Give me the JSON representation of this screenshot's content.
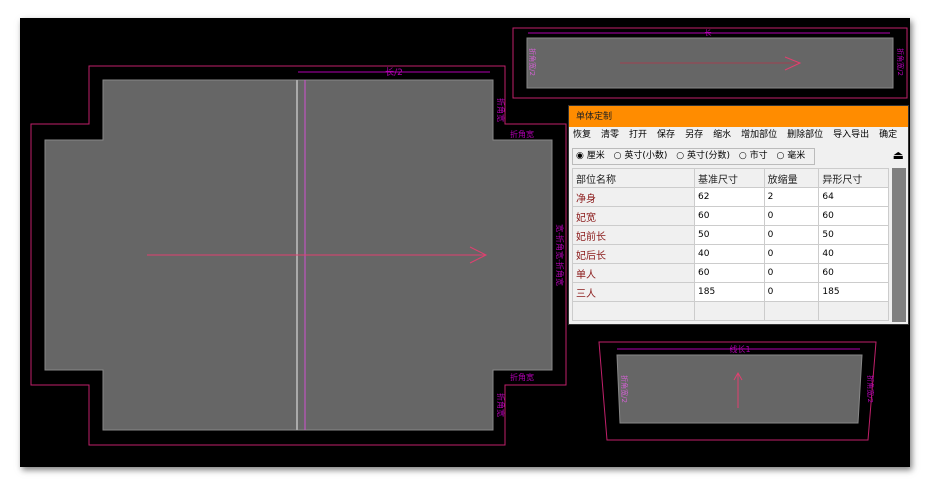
{
  "drawing": {
    "main_labels": {
      "top": "长/2",
      "corner_v_top": "折角宽",
      "corner_h_top": "折角宽",
      "side": "宽-折角宽-折角宽",
      "corner_h_bottom": "折角宽",
      "corner_v_bottom": "折角宽"
    },
    "top_piece_labels": {
      "top": "长",
      "side_right": "折角宽/2",
      "side_left": "折角宽/2"
    },
    "bottom_piece_labels": {
      "top": "线长1",
      "side_left": "折角宽/2",
      "side_right": "折角宽/2"
    }
  },
  "dialog": {
    "title": "单体定制",
    "menu": [
      "恢复",
      "清零",
      "打开",
      "保存",
      "另存",
      "缩水",
      "增加部位",
      "删除部位",
      "导入导出",
      "确定"
    ],
    "units": [
      "厘米",
      "英寸(小数)",
      "英寸(分数)",
      "市寸",
      "毫米"
    ],
    "selected_unit": "厘米",
    "columns": [
      "部位名称",
      "基准尺寸",
      "放缩量",
      "异形尺寸"
    ],
    "rows": [
      [
        "净身",
        "62",
        "2",
        "64"
      ],
      [
        "妃宽",
        "60",
        "0",
        "60"
      ],
      [
        "妃前长",
        "50",
        "0",
        "50"
      ],
      [
        "妃后长",
        "40",
        "0",
        "40"
      ],
      [
        "单人",
        "60",
        "0",
        "60"
      ],
      [
        "三人",
        "185",
        "0",
        "185"
      ]
    ]
  }
}
